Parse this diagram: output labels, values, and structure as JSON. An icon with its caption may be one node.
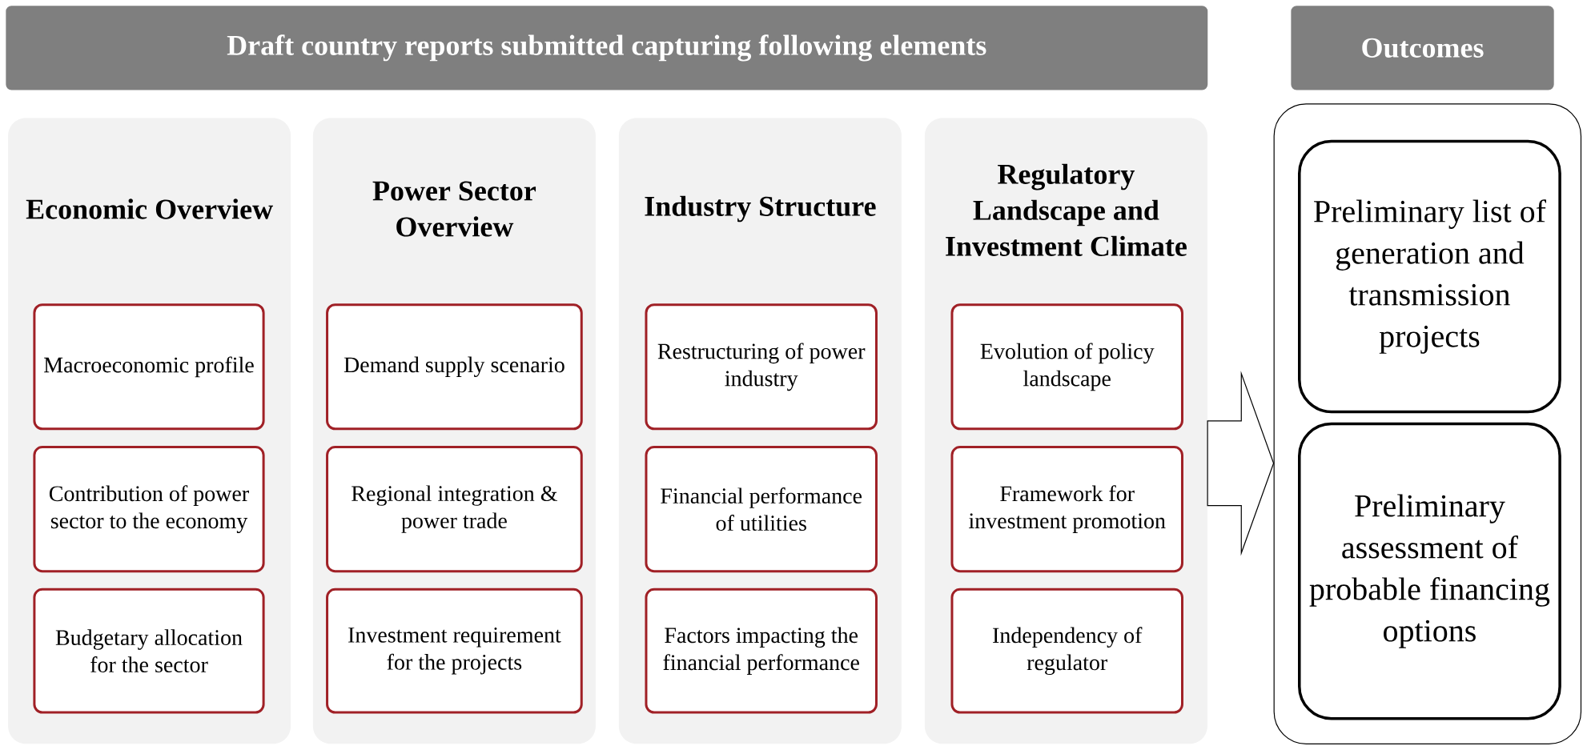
{
  "diagram": {
    "nodes": [
      {
        "text": [
          "Draft country reports submitted capturing following elements"
        ]
      },
      {
        "text": [
          "Outcomes"
        ]
      },
      {
        "text": [
          "Economic Overview"
        ]
      },
      {
        "text": [
          "Macroeconomic profile"
        ],
        "in": 2
      },
      {
        "text": [
          "Contribution of power sector to the economy"
        ],
        "in": 2
      },
      {
        "text": [
          "Budgetary allocation for the sector"
        ],
        "in": 2
      },
      {
        "text": [
          "Power Sector Overview"
        ]
      },
      {
        "text": [
          "Demand supply scenario"
        ],
        "in": 6
      },
      {
        "text": [
          "Regional integration & power trade"
        ],
        "in": 6
      },
      {
        "text": [
          "Investment requirement for the projects"
        ],
        "in": 6
      },
      {
        "text": [
          "Industry Structure"
        ]
      },
      {
        "text": [
          "Restructuring of power industry"
        ],
        "in": 10
      },
      {
        "text": [
          "Financial performance of utilities"
        ],
        "in": 10
      },
      {
        "text": [
          "Factors impacting the financial performance"
        ],
        "in": 10
      },
      {
        "text": [
          "Regulatory Landscape and Investment Climate"
        ]
      },
      {
        "text": [
          "Evolution of policy landscape"
        ],
        "in": 14
      },
      {
        "text": [
          "Framework for investment promotion"
        ],
        "in": 14
      },
      {
        "text": [
          "Independency of regulator"
        ],
        "in": 14
      },
      {
        "text": [],
        "shape": "box"
      },
      {
        "text": [
          "Preliminary list of generation and transmission projects"
        ],
        "in": 18
      },
      {
        "text": [
          "Preliminary assessment of probable financing options"
        ],
        "in": 18
      }
    ],
    "edges": [
      {
        "from": 14,
        "to": 18,
        "arrow": "to"
      }
    ]
  }
}
